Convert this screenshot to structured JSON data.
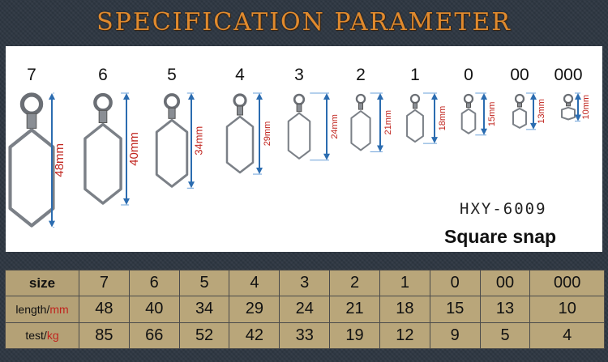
{
  "title": "SPECIFICATION PARAMETER",
  "model": "HXY-6009",
  "product": "Square snap",
  "colors": {
    "title": "#e08a2e",
    "arrow": "#2b6cb0",
    "measure_text": "#c0241e",
    "table_bg": "#b9a67a"
  },
  "snaps": [
    {
      "size": "7",
      "length": "48mm"
    },
    {
      "size": "6",
      "length": "40mm"
    },
    {
      "size": "5",
      "length": "34mm"
    },
    {
      "size": "4",
      "length": "29mm"
    },
    {
      "size": "3",
      "length": "24mm"
    },
    {
      "size": "2",
      "length": "21mm"
    },
    {
      "size": "1",
      "length": "18mm"
    },
    {
      "size": "0",
      "length": "15mm"
    },
    {
      "size": "00",
      "length": "13mm"
    },
    {
      "size": "000",
      "length": "10mm"
    }
  ],
  "table": {
    "size_label": "size",
    "length_label": "length/",
    "length_unit": "mm",
    "test_label": "test/",
    "test_unit": "kg",
    "sizes": [
      "7",
      "6",
      "5",
      "4",
      "3",
      "2",
      "1",
      "0",
      "00",
      "000"
    ],
    "lengths": [
      "48",
      "40",
      "34",
      "29",
      "24",
      "21",
      "18",
      "15",
      "13",
      "10"
    ],
    "tests": [
      "85",
      "66",
      "52",
      "42",
      "33",
      "19",
      "12",
      "9",
      "5",
      "4"
    ]
  }
}
